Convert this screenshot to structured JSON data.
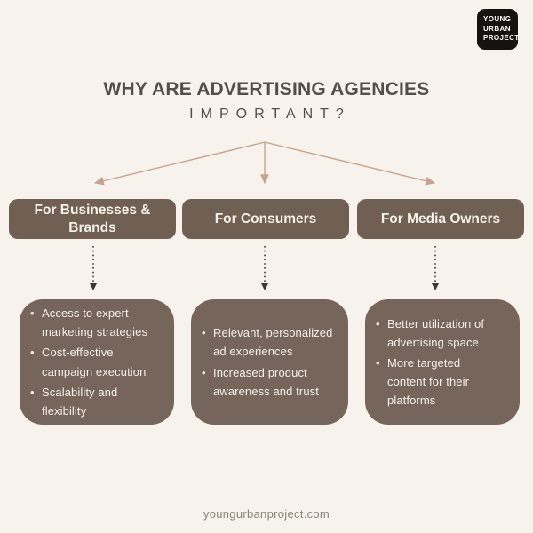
{
  "colors": {
    "bg": "#F7F3EC",
    "box": "#6F6053",
    "panel": "#75655A",
    "box-text": "#F6F1EA",
    "arrow": "#C2A48F",
    "dotted": "#3E352D",
    "title": "#564E46",
    "footer": "#8B8177",
    "logo-bg": "#16130F",
    "logo-text": "#FFFFFF"
  },
  "logo": {
    "lines": [
      "YOUNG",
      "URBAN",
      "PROJECT"
    ]
  },
  "title": {
    "line1": "WHY ARE ADVERTISING AGENCIES",
    "line2": "IMPORTANT?"
  },
  "columns": [
    {
      "header": "For Businesses & Brands",
      "bullets": [
        "Access to expert marketing strategies",
        "Cost-effective campaign execution",
        "Scalability and flexibility"
      ]
    },
    {
      "header": "For Consumers",
      "bullets": [
        "Relevant, personalized ad experiences",
        "Increased product awareness and trust"
      ]
    },
    {
      "header": "For Media Owners",
      "bullets": [
        "Better utilization of advertising space",
        "More targeted content for their platforms"
      ]
    }
  ],
  "footer": {
    "text": "youngurbanproject.com"
  }
}
